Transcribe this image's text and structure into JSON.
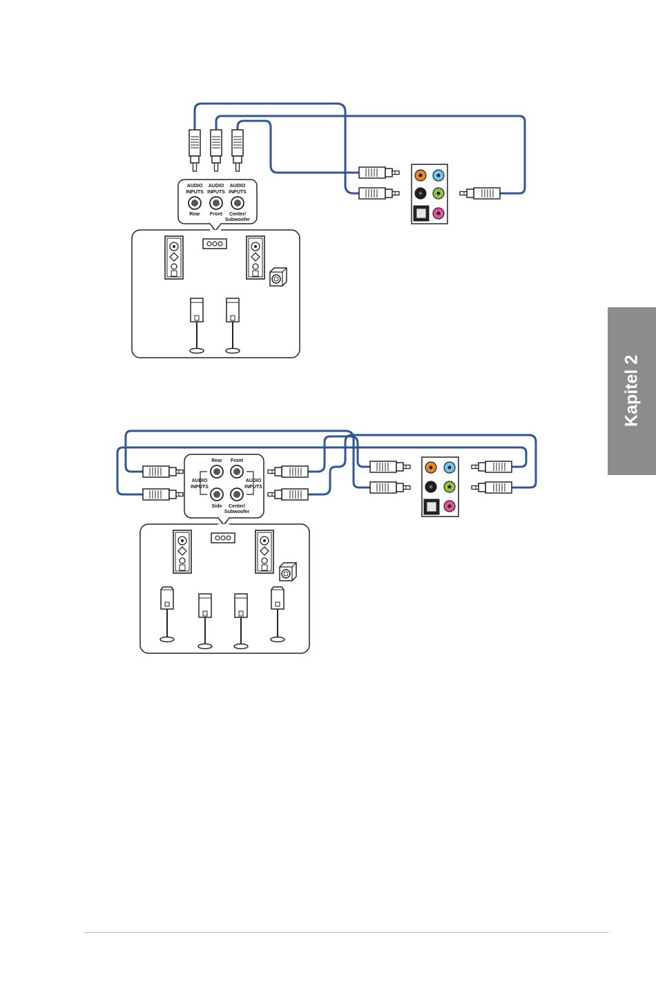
{
  "chapter_tab": {
    "label": "Kapitel 2",
    "color": "#8c8c8c"
  },
  "colors": {
    "cable": "#2f5597",
    "jack_orange": "#e8872b",
    "jack_blue": "#6fc6ee",
    "jack_black": "#1e1e1e",
    "jack_green": "#8cc63f",
    "jack_pink": "#e0559e",
    "optical": "#e6e6e6",
    "outline": "#222222"
  },
  "diagram_top": {
    "inputs": [
      {
        "line1": "AUDIO",
        "line2": "INPUTS",
        "name": "Rear"
      },
      {
        "line1": "AUDIO",
        "line2": "INPUTS",
        "name": "Front"
      },
      {
        "line1": "AUDIO",
        "line2": "INPUTS",
        "name": "Center/",
        "name2": "Subwoofer"
      }
    ]
  },
  "diagram_bottom": {
    "top_labels": [
      "Rear",
      "Front"
    ],
    "bottom_labels": [
      "Side",
      "Center/",
      "Subwoofer"
    ],
    "left_input": [
      "AUDIO",
      "INPUTS"
    ],
    "right_input": [
      "AUDIO",
      "INPUTS"
    ]
  }
}
